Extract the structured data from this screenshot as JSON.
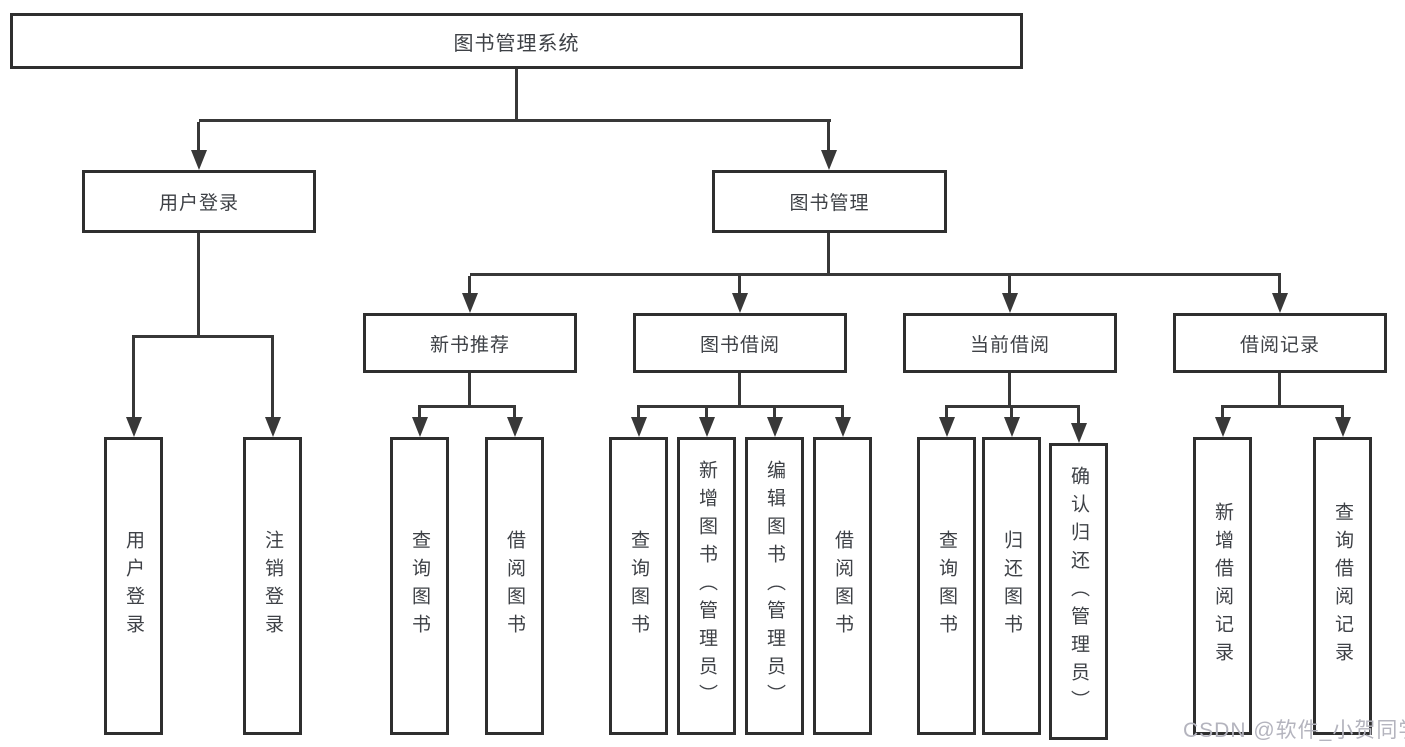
{
  "diagram": {
    "root": "图书管理系统",
    "level2": {
      "login": "用户登录",
      "management": "图书管理"
    },
    "level3": {
      "new_books": "新书推荐",
      "borrowing": "图书借阅",
      "current": "当前借阅",
      "records": "借阅记录"
    },
    "leaves": {
      "user_login": "用户登录",
      "logout": "注销登录",
      "nb_query": "查询图书",
      "nb_borrow": "借阅图书",
      "bw_query": "查询图书",
      "bw_add": "新增图书（管理员）",
      "bw_edit": "编辑图书（管理员）",
      "bw_borrow": "借阅图书",
      "cur_query": "查询图书",
      "cur_return": "归还图书",
      "cur_confirm": "确认归还（管理员）",
      "rec_add": "新增借阅记录",
      "rec_query": "查询借阅记录"
    },
    "hierarchy": {
      "图书管理系统": {
        "用户登录": [
          "用户登录",
          "注销登录"
        ],
        "图书管理": {
          "新书推荐": [
            "查询图书",
            "借阅图书"
          ],
          "图书借阅": [
            "查询图书",
            "新增图书（管理员）",
            "编辑图书（管理员）",
            "借阅图书"
          ],
          "当前借阅": [
            "查询图书",
            "归还图书",
            "确认归还（管理员）"
          ],
          "借阅记录": [
            "新增借阅记录",
            "查询借阅记录"
          ]
        }
      }
    },
    "colors": {
      "line": "#383838",
      "border": "#2f2f2f",
      "text": "#3e4146",
      "watermark": "#b4b4be",
      "background": "#ffffff"
    },
    "watermark": "CSDN @软件_小贺同学"
  }
}
